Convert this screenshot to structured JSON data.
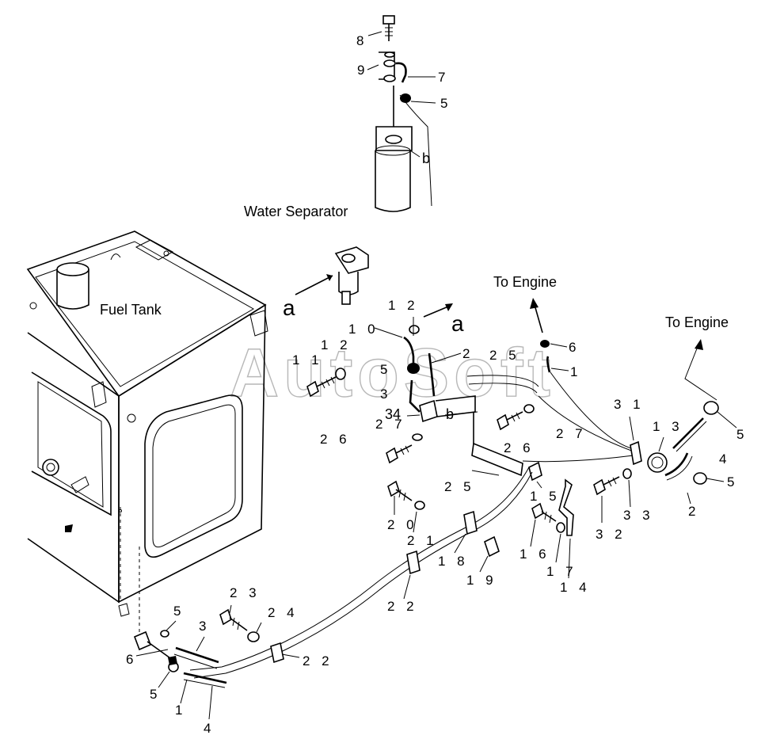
{
  "watermark": "AutoSoft",
  "labels": {
    "water_separator": "Water Separator",
    "fuel_tank": "Fuel Tank",
    "to_engine_1": "To Engine",
    "to_engine_2": "To Engine",
    "ref_a_1": "a",
    "ref_a_2": "a",
    "ref_b_1": "b",
    "ref_b_2": "b"
  },
  "callouts": {
    "c8": "8",
    "c9": "9",
    "c7": "7",
    "c5_top": "5",
    "c12_a": "1 2",
    "c10": "1 0",
    "c12_b": "1 2",
    "c11": "1 1",
    "c5_mid": "5",
    "c2_mid": "2",
    "c25_top": "2 5",
    "c3_mid": "3",
    "c34": "34",
    "c27_a": "2 7",
    "c26_a": "2 6",
    "c6_top": "6",
    "c1_top": "1",
    "c26_b": "2 6",
    "c27_b": "2 7",
    "c25_mid": "2 5",
    "c15": "1 5",
    "c31": "3 1",
    "c13": "1 3",
    "c5_right1": "5",
    "c4_right": "4",
    "c5_right2": "5",
    "c2_right": "2",
    "c32": "3 2",
    "c33": "3 3",
    "c20": "2 0",
    "c21": "2 1",
    "c16": "1 6",
    "c18": "1 8",
    "c19": "1 9",
    "c17": "1 7",
    "c14": "1 4",
    "c22_a": "2 2",
    "c23": "2 3",
    "c24": "2 4",
    "c5_low": "5",
    "c3_low": "3",
    "c22_b": "2 2",
    "c6_low": "6",
    "c5_bot": "5",
    "c1_bot": "1",
    "c4_bot": "4"
  }
}
